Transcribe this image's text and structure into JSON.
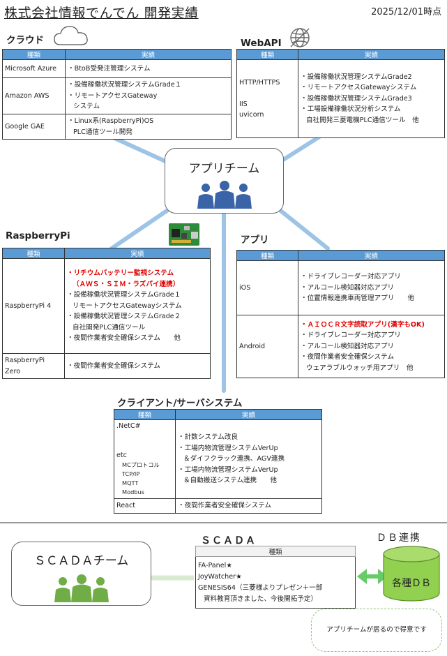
{
  "header": {
    "title": "株式会社情報でんでん 開発実績",
    "date": "2025/12/01時点"
  },
  "cols": {
    "kind": "種類",
    "result": "実績"
  },
  "cloud": {
    "title": "クラウド",
    "rows": [
      {
        "kind": "Microsoft Azure",
        "items": [
          "・BtoB受発注管理システム"
        ]
      },
      {
        "kind": "Amazon AWS",
        "items": [
          "・設備稼働状況管理システムGrade１",
          "・リモートアクセスGateway",
          "システム"
        ]
      },
      {
        "kind": "Google GAE",
        "items": [
          "・Linux系(RaspberryPi)OS",
          "PLC通信ツール開発"
        ]
      }
    ]
  },
  "webapi": {
    "title": "WebAPI",
    "kinds": [
      "HTTP/HTTPS",
      "IIS",
      "uvicorn"
    ],
    "items": [
      "・設備稼働状況管理システムGrade2",
      "・リモートアクセスGatewayシステム",
      "・設備稼働状況管理システムGrade3",
      "・工場設備稼働状況分析システム",
      "自社開発三菱電機PLC通信ツール　他"
    ]
  },
  "app_team": {
    "label": "アプリチーム"
  },
  "raspi": {
    "title": "RaspberryPi",
    "rows": [
      {
        "kind": "RaspberryPi 4",
        "items": [
          "・リチウムバッテリー監視システム",
          "（ＡＷＳ・ＳＩＭ・ラズパイ連携）",
          "・設備稼働状況管理システムGrade１",
          "リモートアクセスGatewayシステム",
          "・設備稼働状況管理システムGrade２",
          "自社開発PLC通信ツール",
          "・夜間作業者安全確保システム　　他"
        ]
      },
      {
        "kind": "RaspberryPi Zero",
        "items": [
          "・夜間作業者安全確保システム"
        ]
      }
    ]
  },
  "apps": {
    "title": "アプリ",
    "rows": [
      {
        "kind": "iOS",
        "items": [
          "・ドライブレコーダー対応アプリ",
          "・アルコール検知器対応アプリ",
          "・位置情報連携車両管理アプリ　　他"
        ]
      },
      {
        "kind": "Android",
        "items": [
          "・ＡＩＯＣＲ文字読取アプリ(漢字もOK)",
          "・ドライブレコーダー対応アプリ",
          "・アルコール検知器対応アプリ",
          "・夜間作業者安全確保システム",
          "ウェアラブルウォッチ用アプリ　他"
        ]
      }
    ]
  },
  "cs": {
    "title": "クライアント/サーバシステム",
    "kinds": [
      ".NetC#",
      "etc",
      "MCプロトコル",
      "TCP/IP",
      "MQTT",
      "Modbus"
    ],
    "items": [
      "・計数システム改良",
      "・工場内物流管理システムVerUp",
      "＆ダイフクラック連携、AGV連携",
      "・工場内物流管理システムVerUp",
      "＆自動搬送システム連携　　他"
    ],
    "react": {
      "kind": "React",
      "item": "・夜間作業者安全確保システム"
    }
  },
  "scada_team": {
    "label": "ＳＣＡＤＡチーム"
  },
  "scada": {
    "title": "ＳＣＡＤＡ",
    "items": [
      "FA-Panel★",
      "JoyWatcher★",
      "GENESIS64（三菱様よりプレゼン＋一部",
      "資料教育頂きました、今後開拓予定）"
    ]
  },
  "db": {
    "title": "ＤＢ連携",
    "label": "各種ＤＢ",
    "note": "アプリチームが居るので得意です"
  },
  "colors": {
    "header_blue": "#5b9bd5",
    "connector": "#9dc3e6",
    "green": "#92d050",
    "red": "#e00000"
  }
}
